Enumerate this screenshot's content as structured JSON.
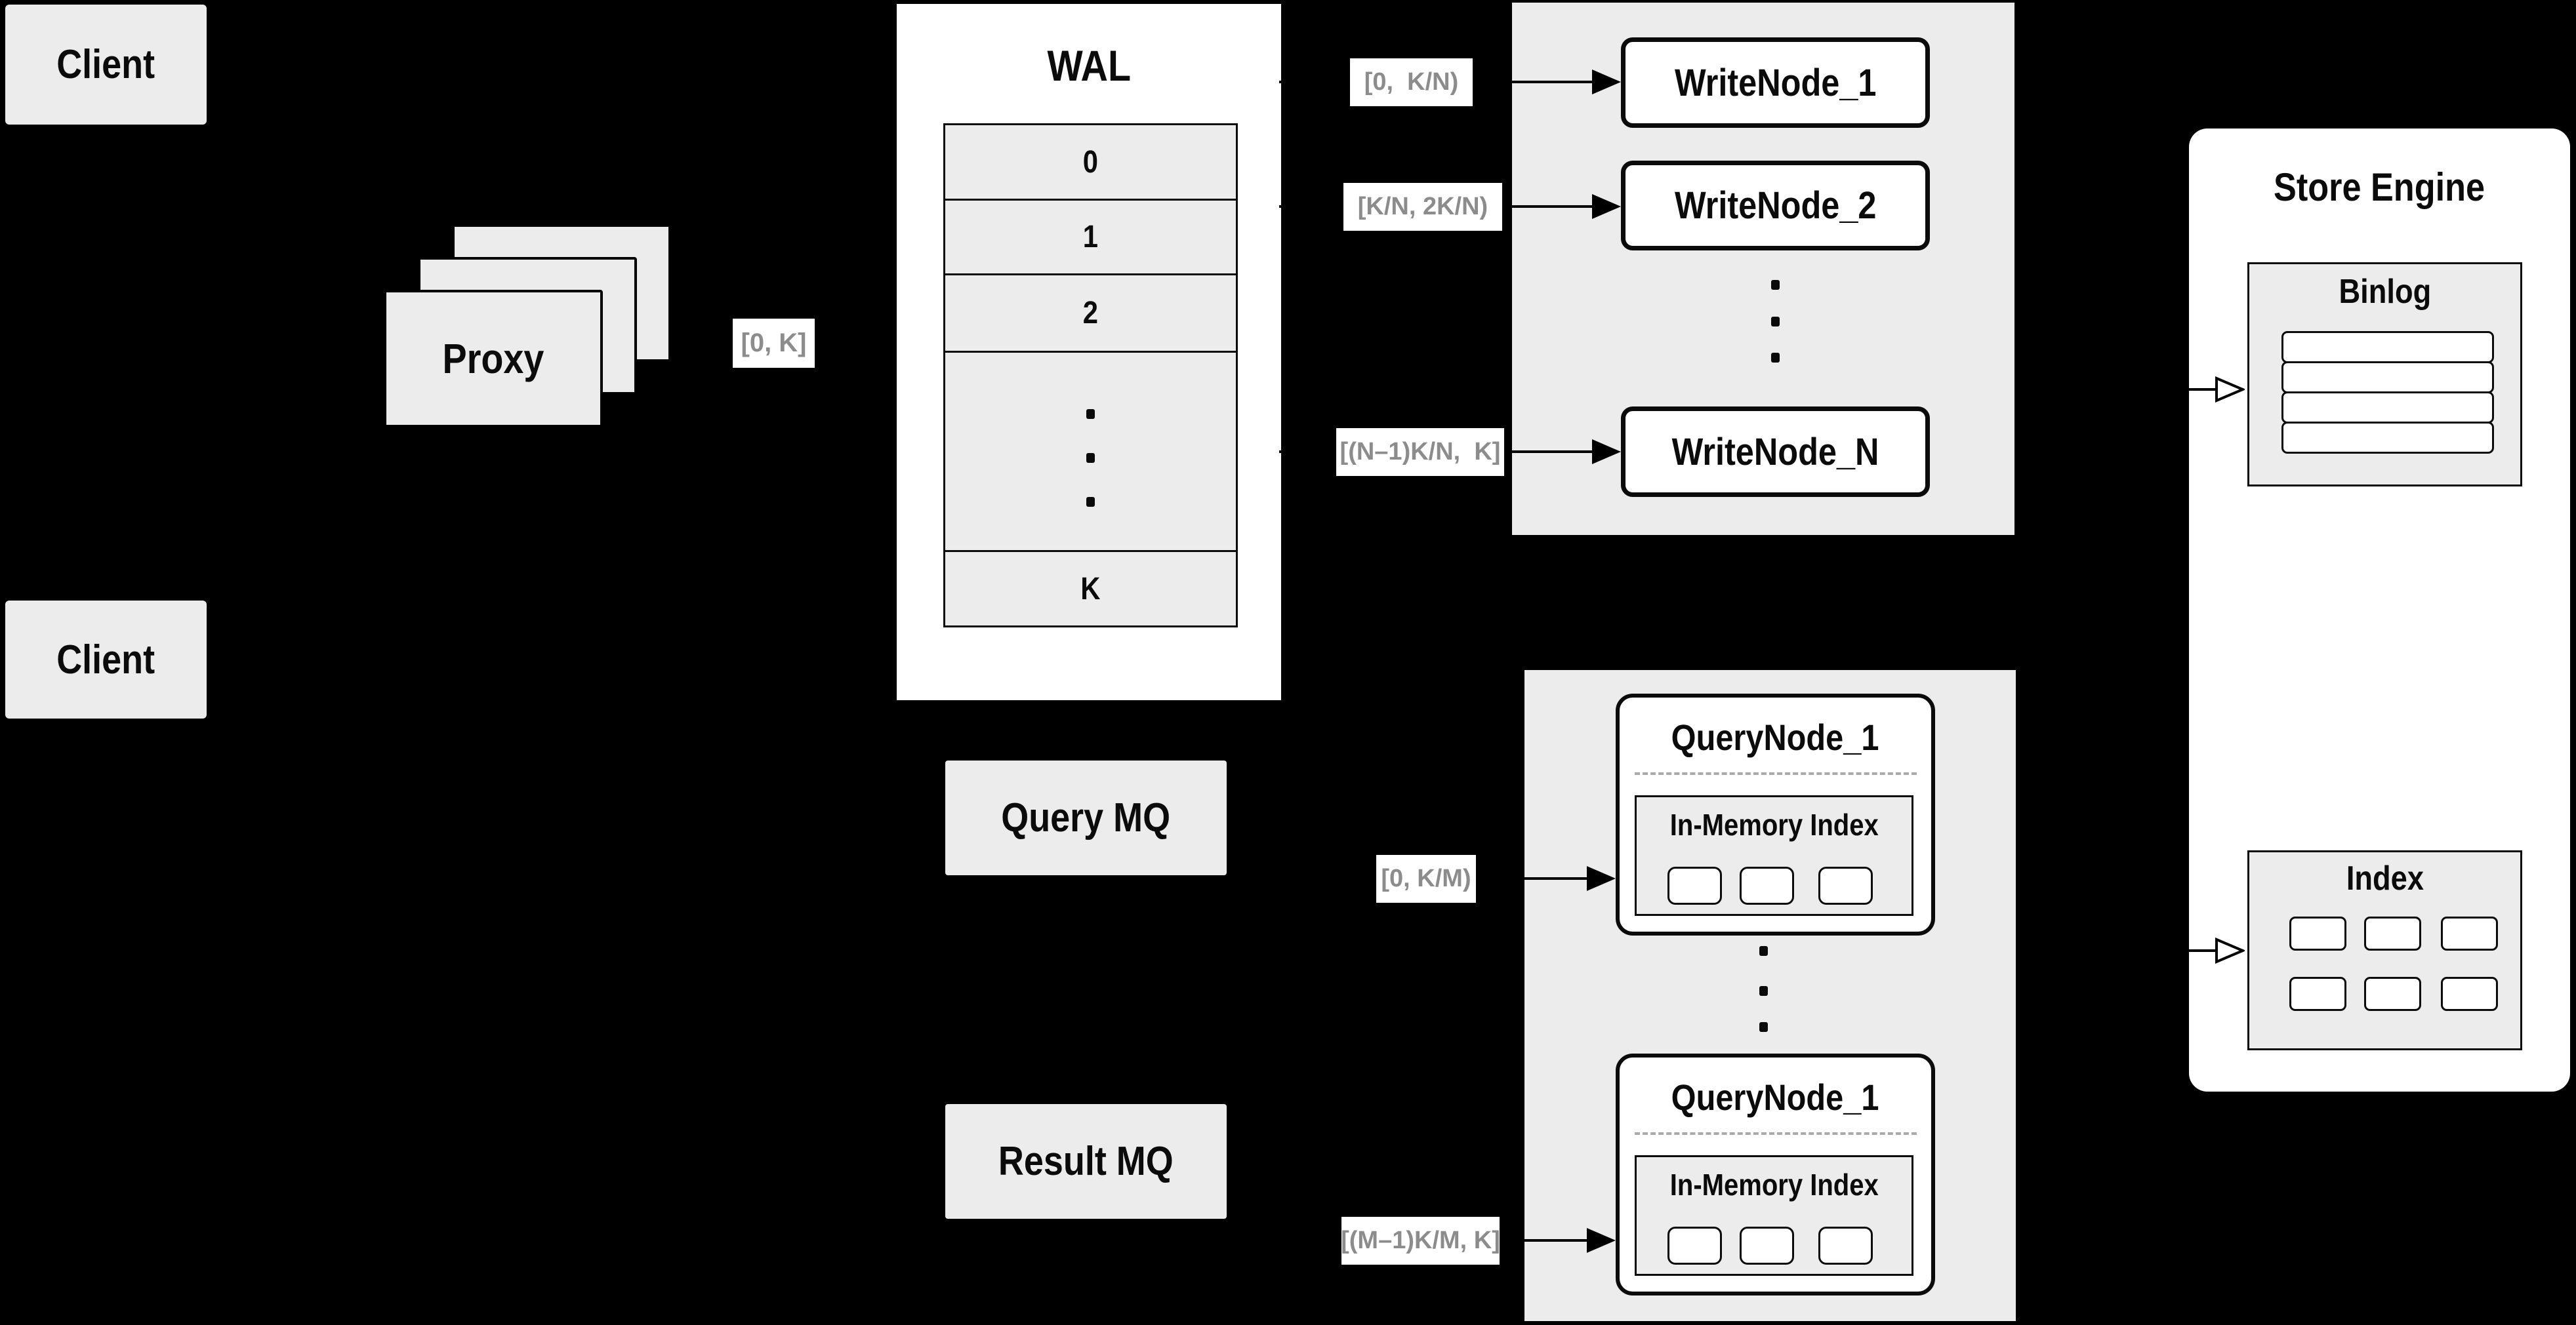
{
  "colors": {
    "background": "#000000",
    "panel_gray": "#ececec",
    "box_white": "#ffffff",
    "line_black": "#000000",
    "badge_text_gray": "#8c8c8c",
    "dashed_separator": "#aaaaaa"
  },
  "clients": {
    "top": "Client",
    "bottom": "Client"
  },
  "proxy": {
    "label": "Proxy",
    "range_badge": "[0, K]"
  },
  "wal": {
    "title": "WAL",
    "rows": [
      "0",
      "1",
      "2",
      "K"
    ]
  },
  "write": {
    "ranges": [
      "[0,  K/N)",
      "[K/N, 2K/N)",
      "[(N–1)K/N,  K]"
    ],
    "nodes": [
      "WriteNode_1",
      "WriteNode_2",
      "WriteNode_N"
    ]
  },
  "query": {
    "query_mq": "Query MQ",
    "result_mq": "Result MQ",
    "ranges": [
      "[0, K/M)",
      "[(M–1)K/M, K]"
    ],
    "nodes": [
      {
        "title": "QueryNode_1",
        "index_label": "In-Memory Index"
      },
      {
        "title": "QueryNode_1",
        "index_label": "In-Memory Index"
      }
    ]
  },
  "store": {
    "title": "Store Engine",
    "binlog_title": "Binlog",
    "index_title": "Index"
  }
}
